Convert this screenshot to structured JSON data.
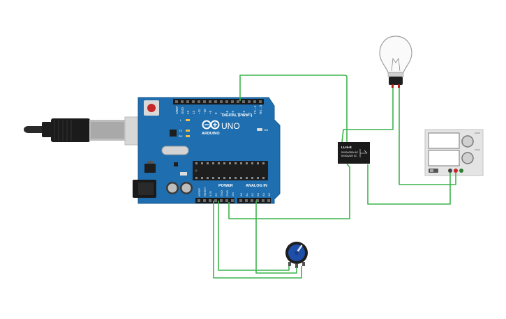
{
  "arduino": {
    "brand": "ARDUINO",
    "model": "UNO",
    "digital_label": "DIGITAL (PWM~)",
    "power_label": "POWER",
    "analog_label": "ANALOG IN",
    "on_label": "ON",
    "l_label": "L",
    "tx_label": "TX",
    "rx_label": "RX",
    "top_pins": [
      "AREF",
      "GND",
      "13",
      "12",
      "~11",
      "~10",
      "~9",
      "8",
      "7",
      "~6",
      "~5",
      "4",
      "~3",
      "2",
      "TX→1",
      "RX←0"
    ],
    "power_pins": [
      "IOREF",
      "RESET",
      "3.3V",
      "5V",
      "GND",
      "GND",
      "Vin"
    ],
    "analog_pins": [
      "A0",
      "A1",
      "A2",
      "A3",
      "A4",
      "A5"
    ]
  },
  "relay": {
    "line1": "LU-5-R",
    "line2": "5V/10A/250V AC",
    "line3": "5V/10A/30V DC"
  },
  "components": {
    "usb_cable": "usb-cable",
    "bulb": "light-bulb-icon",
    "potentiometer": "potentiometer-icon",
    "power_supply": "power-supply"
  },
  "colors": {
    "board": "#1f6fb0",
    "wire": "#3cb44b",
    "chip": "#1e1e1e",
    "relay": "#1a1a1a"
  }
}
